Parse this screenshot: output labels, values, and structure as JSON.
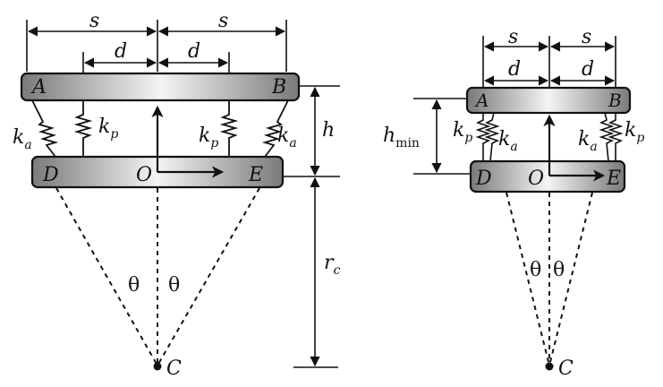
{
  "colors": {
    "ink": "#111111",
    "plate_light": "#f2f2f2",
    "plate_dark": "#7a7a7a",
    "background": "#ffffff"
  },
  "left": {
    "s_left": "s",
    "s_right": "s",
    "d_left": "d",
    "d_right": "d",
    "A": "A",
    "B": "B",
    "D": "D",
    "E": "E",
    "O": "O",
    "C": "C",
    "ka_left": "k",
    "ka_left_sub": "a",
    "kp_left": "k",
    "kp_left_sub": "p",
    "kp_right": "k",
    "kp_right_sub": "p",
    "ka_right": "k",
    "ka_right_sub": "a",
    "h": "h",
    "rc": "r",
    "rc_sub": "c",
    "theta_left": "θ",
    "theta_right": "θ"
  },
  "right": {
    "s_left": "s",
    "s_right": "s",
    "d_left": "d",
    "d_right": "d",
    "A": "A",
    "B": "B",
    "D": "D",
    "E": "E",
    "O": "O",
    "C": "C",
    "hmin": "h",
    "hmin_sub": "min",
    "kp_left": "k",
    "kp_left_sub": "p",
    "ka_left": "k",
    "ka_left_sub": "a",
    "ka_right": "k",
    "ka_right_sub": "a",
    "kp_right": "k",
    "kp_right_sub": "p",
    "theta_left": "θ",
    "theta_right": "θ"
  }
}
